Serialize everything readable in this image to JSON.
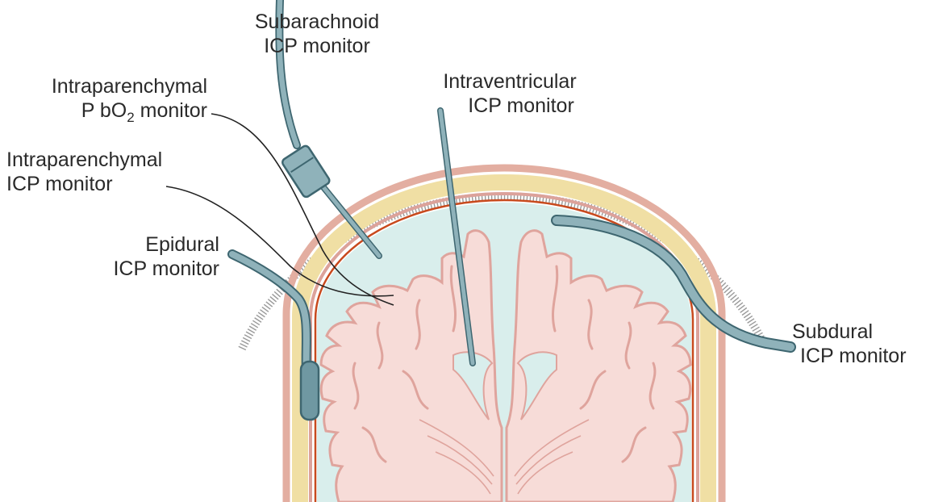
{
  "labels": {
    "subarachnoid": {
      "line1": "Subarachnoid",
      "line2": "ICP monitor"
    },
    "intraventricular": {
      "line1": "Intraventricular",
      "line2": "ICP monitor"
    },
    "pbo2": {
      "line1": "Intraparenchymal",
      "line2_prefix": "P bO",
      "line2_sub": "2",
      "line2_suffix": " monitor"
    },
    "intraparenchymal_icp": {
      "line1": "Intraparenchymal",
      "line2": "ICP monitor"
    },
    "epidural": {
      "line1": "Epidural",
      "line2": "ICP monitor"
    },
    "subdural": {
      "line1": "Subdural",
      "line2": "ICP monitor"
    }
  },
  "colors": {
    "brain": "#f7dcd8",
    "brain_outline": "#dfa49d",
    "csf": "#d9eeec",
    "skull_bone": "#f0dfa4",
    "scalp_layer": "#e8b6a8",
    "dura_red": "#c84a1e",
    "catheter": "#7fa7b0",
    "catheter_outline": "#3e6670",
    "leader_line": "#222222"
  }
}
